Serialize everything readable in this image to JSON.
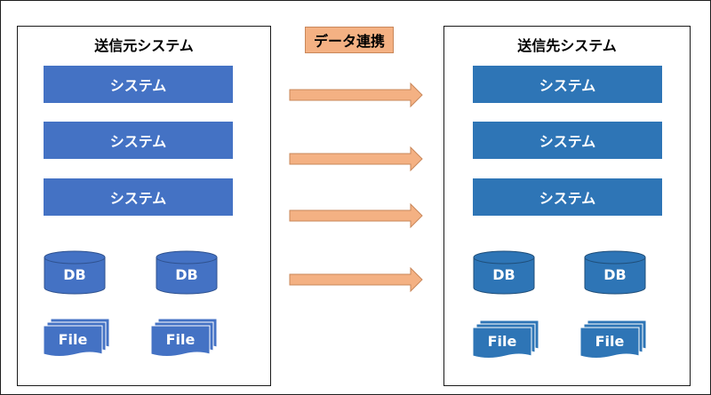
{
  "diagram": {
    "link_label": "データ連携",
    "source": {
      "title": "送信元システム",
      "systems": [
        "システム",
        "システム",
        "システム"
      ],
      "dbs": [
        "DB",
        "DB"
      ],
      "files": [
        "File",
        "File"
      ]
    },
    "target": {
      "title": "送信先システム",
      "systems": [
        "システム",
        "システム",
        "システム"
      ],
      "dbs": [
        "DB",
        "DB"
      ],
      "files": [
        "File",
        "File"
      ]
    },
    "colors": {
      "source_fill": "#4472c4",
      "target_fill": "#2e75b6",
      "arrow_fill": "#f4b183",
      "arrow_stroke": "#c9875a"
    }
  }
}
